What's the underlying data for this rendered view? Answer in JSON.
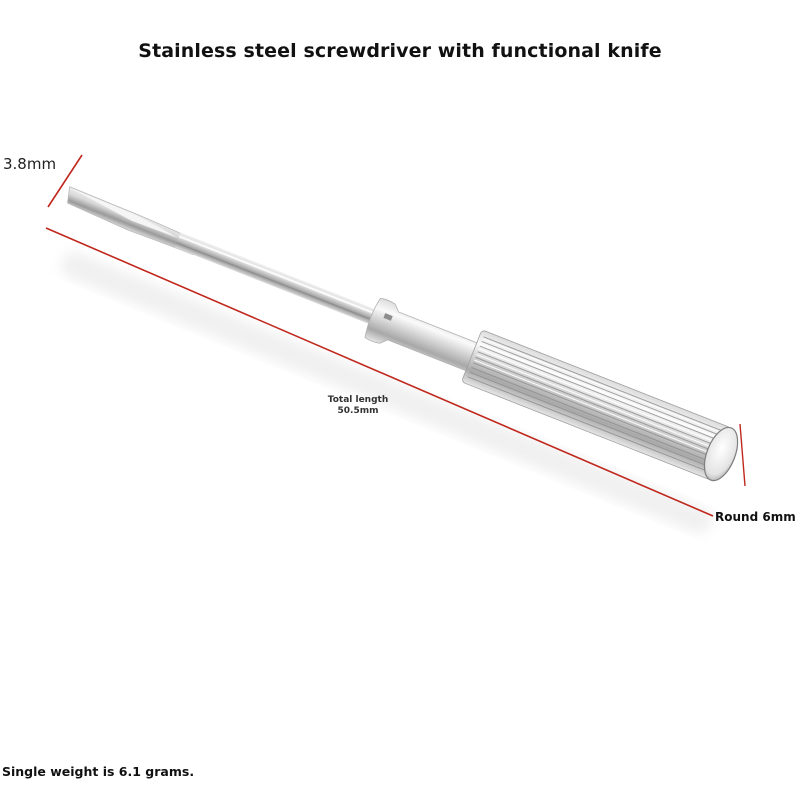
{
  "title": "Stainless steel screwdriver with functional knife",
  "product": {
    "name": "screwdriver",
    "material": "Stainless steel"
  },
  "annotations": {
    "tip_width": "3.8mm",
    "total_length_label": "Total length",
    "total_length_value": "50.5mm",
    "handle_diameter": "Round 6mm",
    "weight": "Single weight is 6.1 grams."
  },
  "colors": {
    "dimension_line": "#c0281e",
    "background": "#ffffff",
    "text": "#111111",
    "steel_light": "#f2f2f2",
    "steel_mid": "#cfcfcf",
    "steel_dark": "#8e8e8e"
  }
}
